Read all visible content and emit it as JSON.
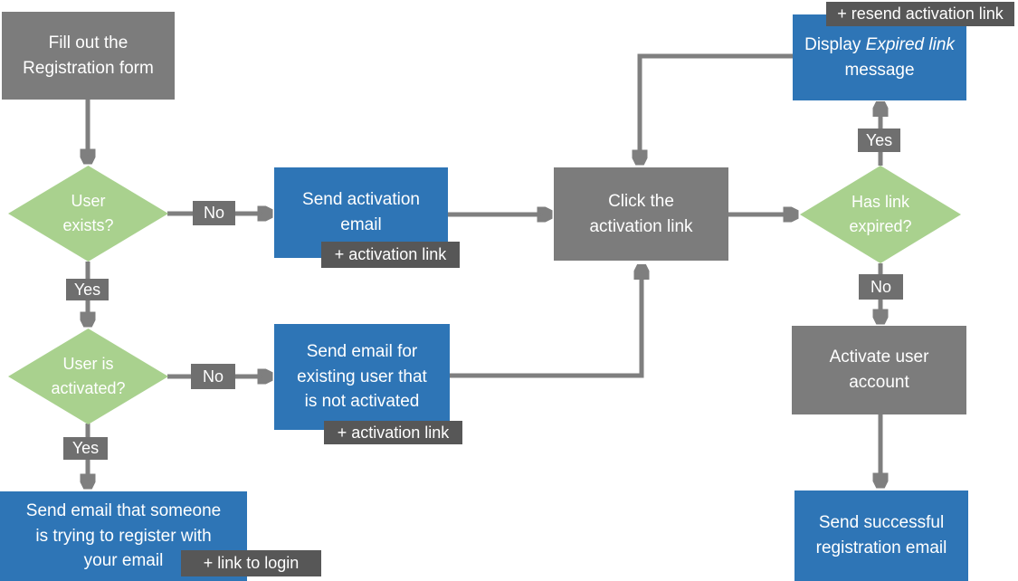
{
  "palette": {
    "blue": "#2e75b6",
    "green": "#a9d18e",
    "gray_box": "#7c7c7c",
    "dark_tag": "#575757",
    "label_chip": "#6f6f6f",
    "arrow": "#7f7f7f",
    "text": "#ffffff"
  },
  "nodes": {
    "fill_form": {
      "label": "Fill out the\nRegistration form"
    },
    "user_exists": {
      "label": "User\nexists?"
    },
    "send_activation": {
      "label": "Send activation\nemail",
      "tag": "+ activation link"
    },
    "click_link": {
      "label": "Click the\nactivation link"
    },
    "has_expired": {
      "label": "Has link\nexpired?"
    },
    "display_expired": {
      "prefix": "Display ",
      "italic": "Expired link",
      "suffix": " message",
      "tag": "+ resend activation link"
    },
    "user_activated": {
      "label": "User is\nactivated?"
    },
    "send_existing": {
      "label": "Send email for\nexisting user that\nis not activated",
      "tag": "+ activation link"
    },
    "send_someone": {
      "label": "Send email that someone\nis trying to register with\nyour email",
      "tag": "+ link to login"
    },
    "activate_account": {
      "label": "Activate user\naccount"
    },
    "send_success": {
      "label": "Send successful\nregistration email"
    }
  },
  "edge_labels": {
    "no_user_exists": "No",
    "yes_user_exists": "Yes",
    "no_user_activated": "No",
    "yes_user_activated": "Yes",
    "yes_has_expired": "Yes",
    "no_has_expired": "No"
  }
}
